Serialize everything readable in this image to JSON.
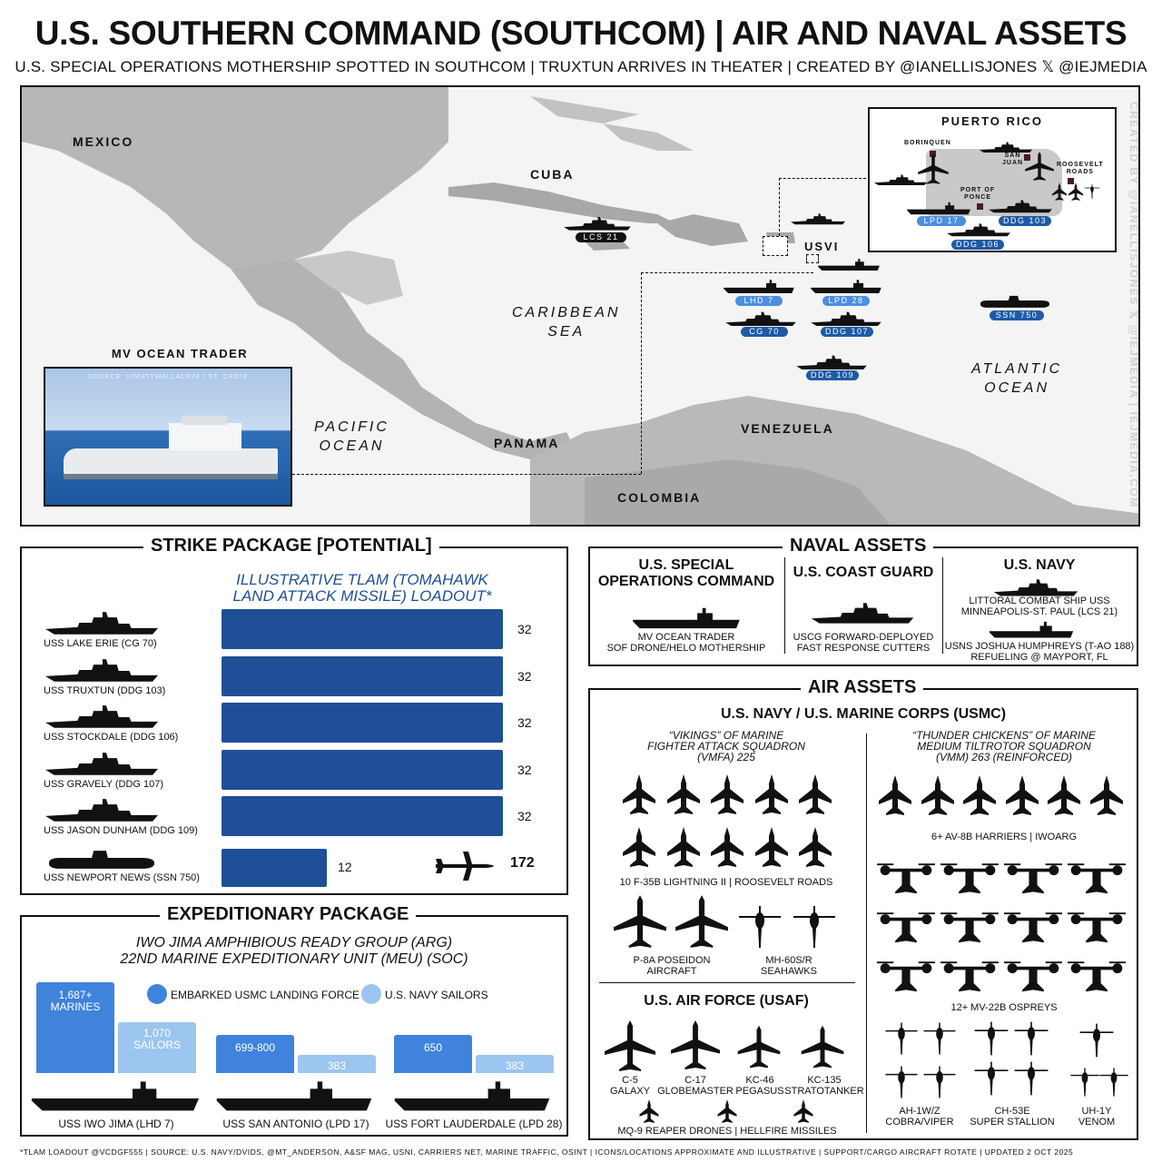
{
  "title": "U.S. SOUTHERN COMMAND (SOUTHCOM) | AIR AND NAVAL ASSETS",
  "subtitle": "U.S. SPECIAL OPERATIONS MOTHERSHIP SPOTTED IN SOUTHCOM | TRUXTUN ARRIVES IN THEATER | CREATED BY @IANELLISJONES 𝕏 @IEJMEDIA",
  "watermark": "CREATED BY @IANELLISJONES 𝕏 @IEJMEDIA | IEJMEDIA.COM",
  "map": {
    "mexico": "MEXICO",
    "cuba": "CUBA",
    "caribbean_1": "CARIBBEAN",
    "caribbean_2": "SEA",
    "pacific_1": "PACIFIC",
    "pacific_2": "OCEAN",
    "atlantic_1": "ATLANTIC",
    "atlantic_2": "OCEAN",
    "panama": "PANAMA",
    "venezuela": "VENEZUELA",
    "colombia": "COLOMBIA",
    "usvi": "USVI",
    "ocean_trader_title": "MV OCEAN TRADER",
    "ocean_trader_source": "SOURCE: U/MATTWALLACE24 | ST. CROIX",
    "pr_title": "PUERTO RICO",
    "borinquen": "BORINQUEN",
    "san_juan_1": "SAN",
    "san_juan_2": "JUAN",
    "roosevelt_1": "ROOSEVELT",
    "roosevelt_2": "ROADS",
    "ponce_1": "PORT OF",
    "ponce_2": "PONCE",
    "ships": {
      "lcs21": "LCS 21",
      "lhd7": "LHD 7",
      "lpd28": "LPD 28",
      "cg70": "CG 70",
      "ddg107": "DDG 107",
      "ddg109": "DDG 109",
      "ssn750": "SSN 750",
      "lpd17": "LPD 17",
      "ddg103": "DDG 103",
      "ddg106": "DDG 106"
    }
  },
  "strike": {
    "header": "STRIKE PACKAGE [POTENTIAL]",
    "subtitle_1": "ILLUSTRATIVE TLAM (TOMAHAWK",
    "subtitle_2": "LAND ATTACK MISSILE) LOADOUT*",
    "total": "172",
    "ships": [
      {
        "name": "USS LAKE ERIE (CG 70)",
        "value": 32
      },
      {
        "name": "USS TRUXTUN (DDG 103)",
        "value": 32
      },
      {
        "name": "USS STOCKDALE (DDG 106)",
        "value": 32
      },
      {
        "name": "USS GRAVELY (DDG 107)",
        "value": 32
      },
      {
        "name": "USS JASON DUNHAM (DDG 109)",
        "value": 32
      },
      {
        "name": "USS NEWPORT NEWS (SSN 750)",
        "value": 12
      }
    ]
  },
  "expeditionary": {
    "header": "EXPEDITIONARY PACKAGE",
    "subtitle_1": "IWO JIMA AMPHIBIOUS READY GROUP (ARG)",
    "subtitle_2": "22ND MARINE EXPEDITIONARY UNIT (MEU) (SOC)",
    "legend_marines": "EMBARKED USMC LANDING FORCE",
    "legend_sailors": "U.S. NAVY SAILORS",
    "groups": [
      {
        "ship": "USS IWO JIMA (LHD 7)",
        "marines_1": "1,687+",
        "marines_2": "MARINES",
        "sailors_1": "1,070",
        "sailors_2": "SAILORS"
      },
      {
        "ship": "USS SAN ANTONIO (LPD 17)",
        "marines_1": "699-800",
        "marines_2": "",
        "sailors_1": "383",
        "sailors_2": ""
      },
      {
        "ship": "USS FORT LAUDERDALE (LPD 28)",
        "marines_1": "650",
        "marines_2": "",
        "sailors_1": "383",
        "sailors_2": ""
      }
    ]
  },
  "naval": {
    "header": "NAVAL ASSETS",
    "socom_1": "U.S. SPECIAL",
    "socom_2": "OPERATIONS COMMAND",
    "socom_cap_1": "MV OCEAN TRADER",
    "socom_cap_2": "SOF DRONE/HELO MOTHERSHIP",
    "uscg": "U.S. COAST GUARD",
    "uscg_cap_1": "USCG FORWARD-DEPLOYED",
    "uscg_cap_2": "FAST RESPONSE CUTTERS",
    "navy": "U.S. NAVY",
    "navy_cap_1": "LITTORAL COMBAT SHIP USS",
    "navy_cap_2": "MINNEAPOLIS-ST. PAUL (LCS 21)",
    "navy_cap_3": "USNS JOSHUA HUMPHREYS (T-AO 188)",
    "navy_cap_4": "REFUELING @ MAYPORT, FL"
  },
  "air": {
    "header": "AIR ASSETS",
    "usn_usmc": "U.S. NAVY / U.S. MARINE CORPS (USMC)",
    "vmfa_1": "“VIKINGS” OF MARINE",
    "vmfa_2": "FIGHTER ATTACK SQUADRON",
    "vmfa_3": "(VMFA) 225",
    "vmm_1": "“THUNDER CHICKENS” OF MARINE",
    "vmm_2": "MEDIUM TILTROTOR SQUADRON",
    "vmm_3": "(VMM) 263 (REINFORCED)",
    "f35_cap": "10 F-35B LIGHTNING II | ROOSEVELT ROADS",
    "harrier_cap": "6+ AV-8B HARRIERS | IWOARG",
    "osprey_cap": "12+ MV-22B OSPREYS",
    "p8_1": "P-8A POSEIDON",
    "p8_2": "AIRCRAFT",
    "mh60_1": "MH-60S/R",
    "mh60_2": "SEAHAWKS",
    "usaf": "U.S. AIR FORCE (USAF)",
    "c5_1": "C-5",
    "c5_2": "GALAXY",
    "c17_1": "C-17",
    "c17_2": "GLOBEMASTER",
    "kc46_1": "KC-46",
    "kc46_2": "PEGASUS",
    "kc135_1": "KC-135",
    "kc135_2": "STRATOTANKER",
    "mq9_cap": "MQ-9 REAPER DRONES | HELLFIRE MISSILES",
    "ah1_1": "AH-1W/Z",
    "ah1_2": "COBRA/VIPER",
    "ch53_1": "CH-53E",
    "ch53_2": "SUPER STALLION",
    "uh1_1": "UH-1Y",
    "uh1_2": "VENOM"
  },
  "footer": "*TLAM LOADOUT @VCDGF555 | SOURCE: U.S. NAVY/DVIDS, @MT_ANDERSON, A&SF MAG, USNI, CARRIERS NET, MARINE TRAFFIC, OSINT | ICONS/LOCATIONS APPROXIMATE AND ILLUSTRATIVE | SUPPORT/CARGO AIRCRAFT ROTATE | UPDATED 2 OCT 2025",
  "colors": {
    "navy_dark": "#1f4f96",
    "marines": "#3f83dc",
    "sailors": "#9cc5ef",
    "pill_light": "#4a8fe0",
    "pill_dark": "#1f5aa6"
  }
}
